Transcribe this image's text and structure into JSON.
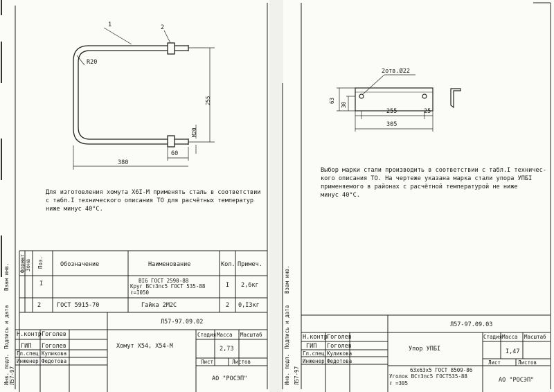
{
  "left": {
    "drawing": {
      "callout_1": "1",
      "callout_2": "2",
      "radius": "R20",
      "dim_height": "255",
      "dim_thread": "M20",
      "dim_60": "60",
      "dim_width": "380"
    },
    "note": "Для изготовления хомута Х6I-М применять сталь в соответствии\nс табл.I технического описания ТО для расчётных температур\nниже минус 40°С.",
    "spec_table": {
      "headers": {
        "format": "Формат",
        "zone": "Зона",
        "pos": "Поз.",
        "designation": "Обозначение",
        "name": "Наименование",
        "qty": "Кол.",
        "note": "Примеч."
      },
      "rows": [
        {
          "pos": "I",
          "designation": "",
          "name_l1": "ВI6 ГОСТ 2590-88",
          "name_l2": "Круг ВСт3пс5 ГОСТ 535-88",
          "name_l3": "ℓ=I050",
          "qty": "I",
          "note": "2,6кг"
        },
        {
          "pos": "2",
          "designation": "ГОСТ 5915-70",
          "name_l1": "Гайка 2М2С",
          "name_l2": "",
          "name_l3": "",
          "qty": "2",
          "note": "0,I3кг"
        }
      ]
    },
    "title_block": {
      "doc_code": "Л57-97.09.02",
      "title": "Хомут Х54, Х54-М",
      "stage_label": "Стадия",
      "mass_label": "Масса",
      "scale_label": "Масштаб",
      "mass": "2,73",
      "sheet_label": "Лист",
      "sheets_label": "Листов",
      "org": "АО \"РОСЭП\"",
      "roles": [
        {
          "role": "Н.контр",
          "name": "Гоголев"
        },
        {
          "role": "ГИП",
          "name": "Гоголев"
        },
        {
          "role": "Гл.спец",
          "name": "Куликова"
        },
        {
          "role": "Инженер",
          "name": "Федотова"
        }
      ]
    },
    "margin": {
      "inv": "Инв. подл.",
      "sign": "Подпись и дата",
      "vzam": "Взам инв.",
      "code": "Л57-97"
    }
  },
  "right": {
    "drawing": {
      "holes": "2отв.Ø22",
      "dim_63": "63",
      "dim_30": "30",
      "dim_255": "255",
      "dim_25": "25",
      "dim_305": "305"
    },
    "note": "Выбор марки стали производить в соответствии с табл.I техничес-\nкого описания ТО. На чертеже указана марка стали упора УПБI\nприменяемого в районах с расчётной температурой не ниже\nминус 40°С.",
    "title_block": {
      "doc_code": "Л57-97.09.03",
      "title": "Упор УПБI",
      "stage_label": "Стадия",
      "mass_label": "Масса",
      "scale_label": "Масштаб",
      "mass": "I,47",
      "sheet_label": "Лист",
      "sheets_label": "Листов",
      "org": "АО \"РОСЭП\"",
      "material_l1": "63х63х5 ГОСТ 8509-86",
      "material_l2": "Уголок ВСт3пс5 ГОСТ535-88",
      "material_l3": "ℓ =305",
      "roles": [
        {
          "role": "Н.контр",
          "name": "Гоголев"
        },
        {
          "role": "ГИП",
          "name": "Гоголев"
        },
        {
          "role": "Гл.спец",
          "name": "Куликова"
        },
        {
          "role": "Инженер",
          "name": "Федотова"
        }
      ]
    },
    "margin": {
      "inv": "Инв. подл.",
      "sign": "Подпись и дата",
      "vzam": "Взам инв.",
      "code": "Л57-97"
    }
  }
}
